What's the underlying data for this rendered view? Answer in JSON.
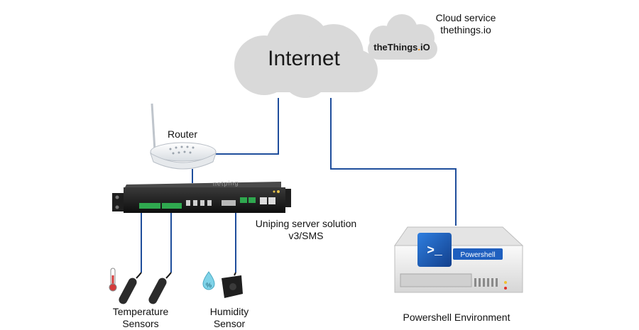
{
  "internet": {
    "label": "Internet"
  },
  "cloud_service": {
    "title_line1": "Cloud service",
    "title_line2": "thethings.io",
    "logo_main": "theThings",
    "logo_dot": ".",
    "logo_io": "iO"
  },
  "router": {
    "label": "Router"
  },
  "server": {
    "label_line1": "Uniping server solution",
    "label_line2": "v3/SMS",
    "brand": "netping"
  },
  "temperature": {
    "label_line1": "Temperature",
    "label_line2": "Sensors"
  },
  "humidity": {
    "label_line1": "Humidity",
    "label_line2": "Sensor",
    "icon_text": "%"
  },
  "powershell": {
    "label": "Powershell Environment",
    "badge": "Powershell",
    "prompt": ">_"
  },
  "colors": {
    "line": "#1f4e9c",
    "cloud": "#d9d9d9",
    "cloud_edge": "#c6c6c6",
    "server_body": "#f2f2f2",
    "powershell_blue": "#1f5fbf"
  }
}
